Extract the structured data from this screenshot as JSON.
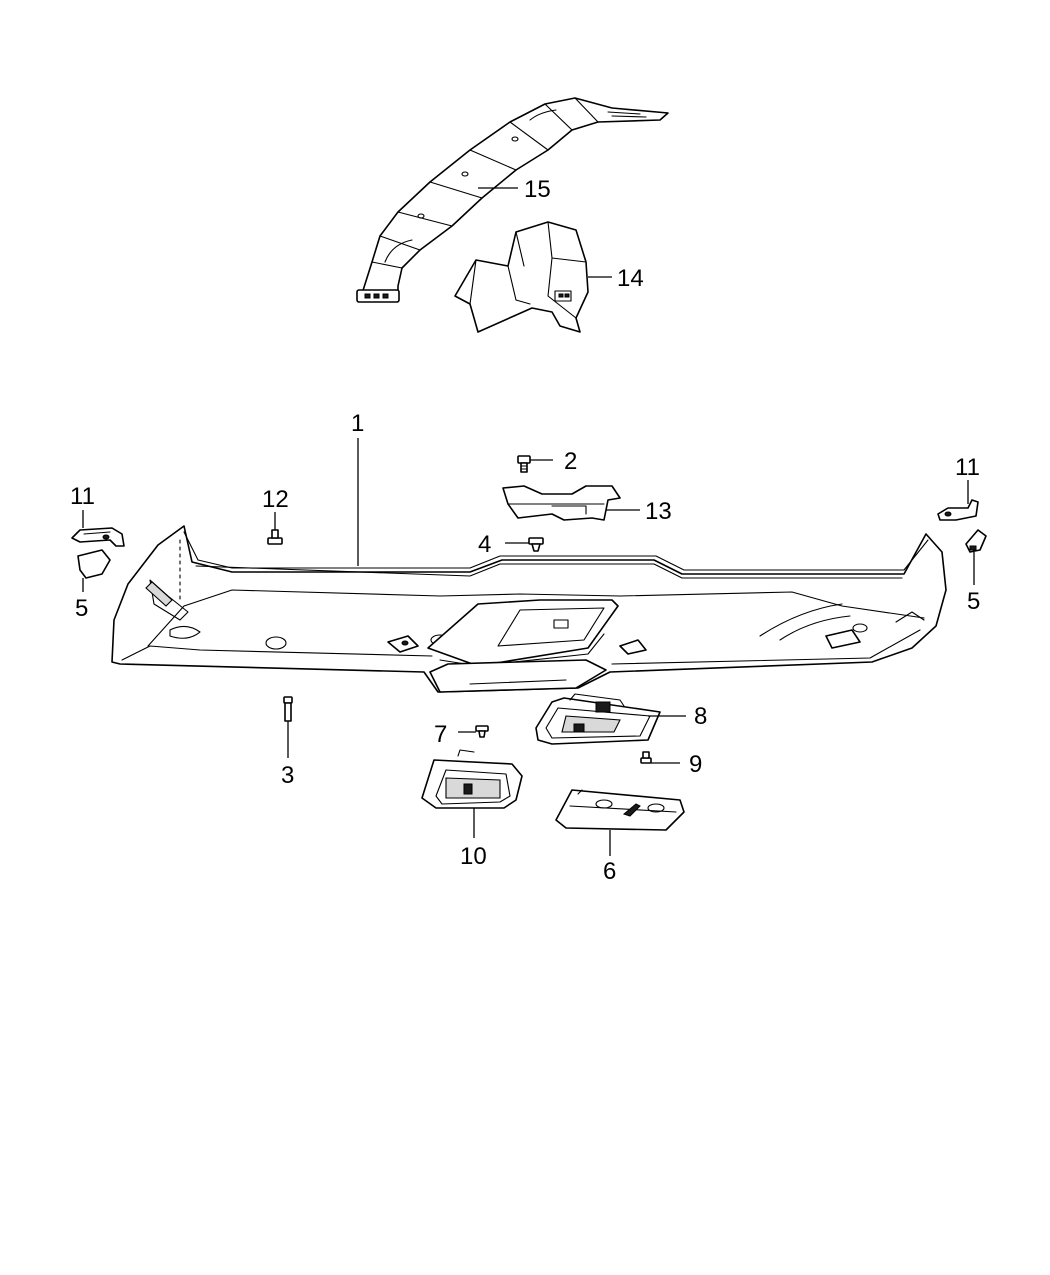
{
  "diagram": {
    "callouts": [
      {
        "id": "c15",
        "label": "15"
      },
      {
        "id": "c14",
        "label": "14"
      },
      {
        "id": "c1",
        "label": "1"
      },
      {
        "id": "c2",
        "label": "2"
      },
      {
        "id": "c13",
        "label": "13"
      },
      {
        "id": "c4",
        "label": "4"
      },
      {
        "id": "c11-left",
        "label": "11"
      },
      {
        "id": "c5-left",
        "label": "5"
      },
      {
        "id": "c12",
        "label": "12"
      },
      {
        "id": "c11-right",
        "label": "11"
      },
      {
        "id": "c5-right",
        "label": "5"
      },
      {
        "id": "c3",
        "label": "3"
      },
      {
        "id": "c7",
        "label": "7"
      },
      {
        "id": "c8",
        "label": "8"
      },
      {
        "id": "c9",
        "label": "9"
      },
      {
        "id": "c10",
        "label": "10"
      },
      {
        "id": "c6",
        "label": "6"
      }
    ]
  },
  "colors": {
    "line": "#000000",
    "background": "#ffffff",
    "shade": "#d9d9d9"
  }
}
